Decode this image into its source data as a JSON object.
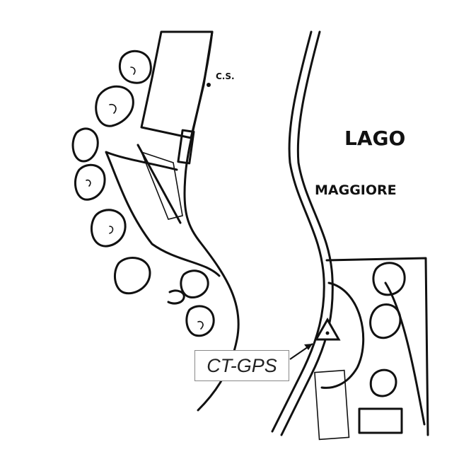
{
  "map": {
    "lake_name_line1": "LAGO",
    "lake_name_line2": "MAGGIORE",
    "marker_cs": "C.S.",
    "station_label": "CT-GPS",
    "station_icon": "triangle-marker-icon"
  },
  "colors": {
    "ink": "#111111",
    "label_border": "#888888"
  }
}
